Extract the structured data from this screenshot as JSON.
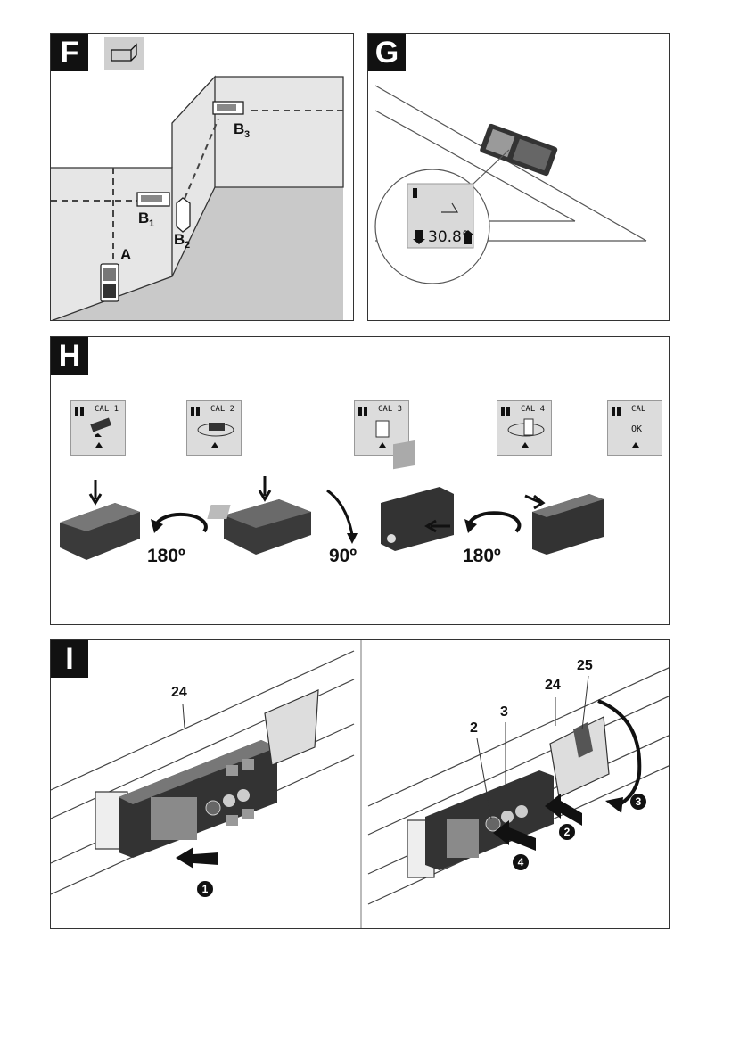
{
  "panels": {
    "f": {
      "tag": "F",
      "labels": {
        "b3": "B",
        "b3_sub": "3",
        "b1": "B",
        "b1_sub": "1",
        "b2": "B",
        "b2_sub": "2",
        "a": "A"
      }
    },
    "g": {
      "tag": "G",
      "reading": "30.8°"
    },
    "h": {
      "tag": "H",
      "screens": [
        {
          "text": "CAL 1"
        },
        {
          "text": "CAL 2"
        },
        {
          "text": "CAL 3"
        },
        {
          "text": "CAL 4"
        },
        {
          "text": "CAL",
          "result": "OK"
        }
      ],
      "rotations": [
        "180º",
        "90º",
        "180º"
      ]
    },
    "i": {
      "tag": "I",
      "left_label": "24",
      "right_labels": {
        "n25": "25",
        "n24": "24",
        "n3": "3",
        "n2": "2"
      },
      "steps": [
        "1",
        "2",
        "3",
        "4"
      ]
    }
  }
}
